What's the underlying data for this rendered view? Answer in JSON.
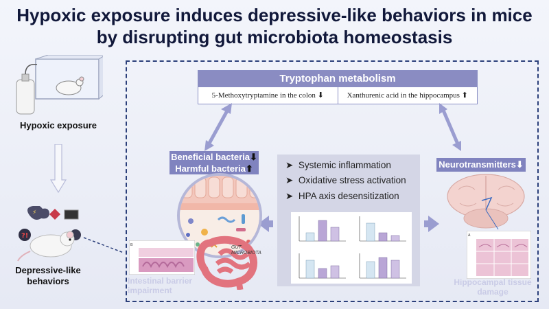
{
  "title_line1": "Hypoxic exposure induces depressive-like behaviors in mice",
  "title_line2": "by disrupting gut microbiota homeostasis",
  "hypoxic_exposure": "Hypoxic exposure",
  "depressive_line1": "Depressive-like",
  "depressive_line2": "behaviors",
  "tryptophan": {
    "title": "Tryptophan metabolism",
    "left": "5-Methoxytryptamine in the colon ⬇",
    "right": "Xanthurenic acid in the hippocampus ⬆"
  },
  "bacteria": {
    "beneficial": "Beneficial bacteria",
    "harmful": "Harmful bacteria",
    "down_arrow": "⬇",
    "up_arrow": "⬆"
  },
  "effects": [
    "Systemic inflammation",
    "Oxidative stress activation",
    "HPA axis desensitization"
  ],
  "bullet_glyph": "➤",
  "neurotransmitters": "Neurotransmitters⬇",
  "gut_label_line1": "GUT",
  "gut_label_line2": "MICROBIOTA",
  "intestinal_line1": "Intestinal barrier",
  "intestinal_line2": "impairment",
  "hippocampal_line1": "Hippocampal tissue",
  "hippocampal_line2": "damage",
  "colors": {
    "title": "#11183a",
    "frame": "#2b3f7a",
    "label_purple": "#8083bf",
    "arrow": "#9a9dd0",
    "faint_caption": "#c9cbe6",
    "hypoxia_arrow": "#b8bcd9"
  }
}
